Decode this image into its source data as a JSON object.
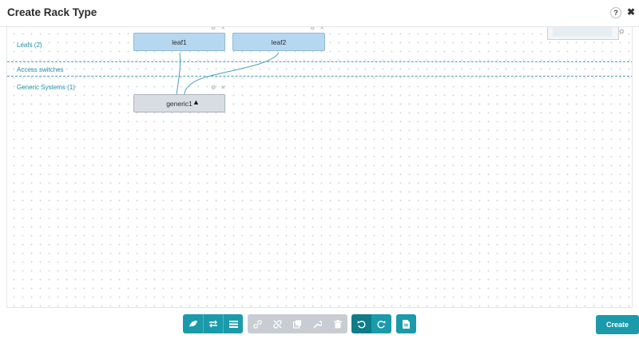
{
  "header": {
    "title": "Create Rack Type",
    "help_label": "?",
    "close_label": "✖"
  },
  "sections": {
    "leafs": "Leafs (2)",
    "access": "Access switches",
    "generic": "Generic Systems (1)"
  },
  "nodes": {
    "leaf1": "leaf1",
    "leaf2": "leaf2",
    "generic1": "generic1",
    "controls": "⚙ ✕"
  },
  "icons": {
    "leaf": "leaf-icon",
    "swap": "swap-icon",
    "list": "list-icon",
    "link": "link-icon",
    "unlink": "unlink-icon",
    "clone": "clone-icon",
    "wrench": "wrench-icon",
    "trash": "trash-icon",
    "undo": "undo-icon",
    "redo": "redo-icon",
    "document": "document-icon"
  },
  "footer": {
    "create_label": "Create"
  },
  "colors": {
    "accent": "#1a9aaa",
    "leaf_fill": "#b5d8f0",
    "generic_fill": "#d8dde3",
    "disabled": "#c7cdd2"
  }
}
